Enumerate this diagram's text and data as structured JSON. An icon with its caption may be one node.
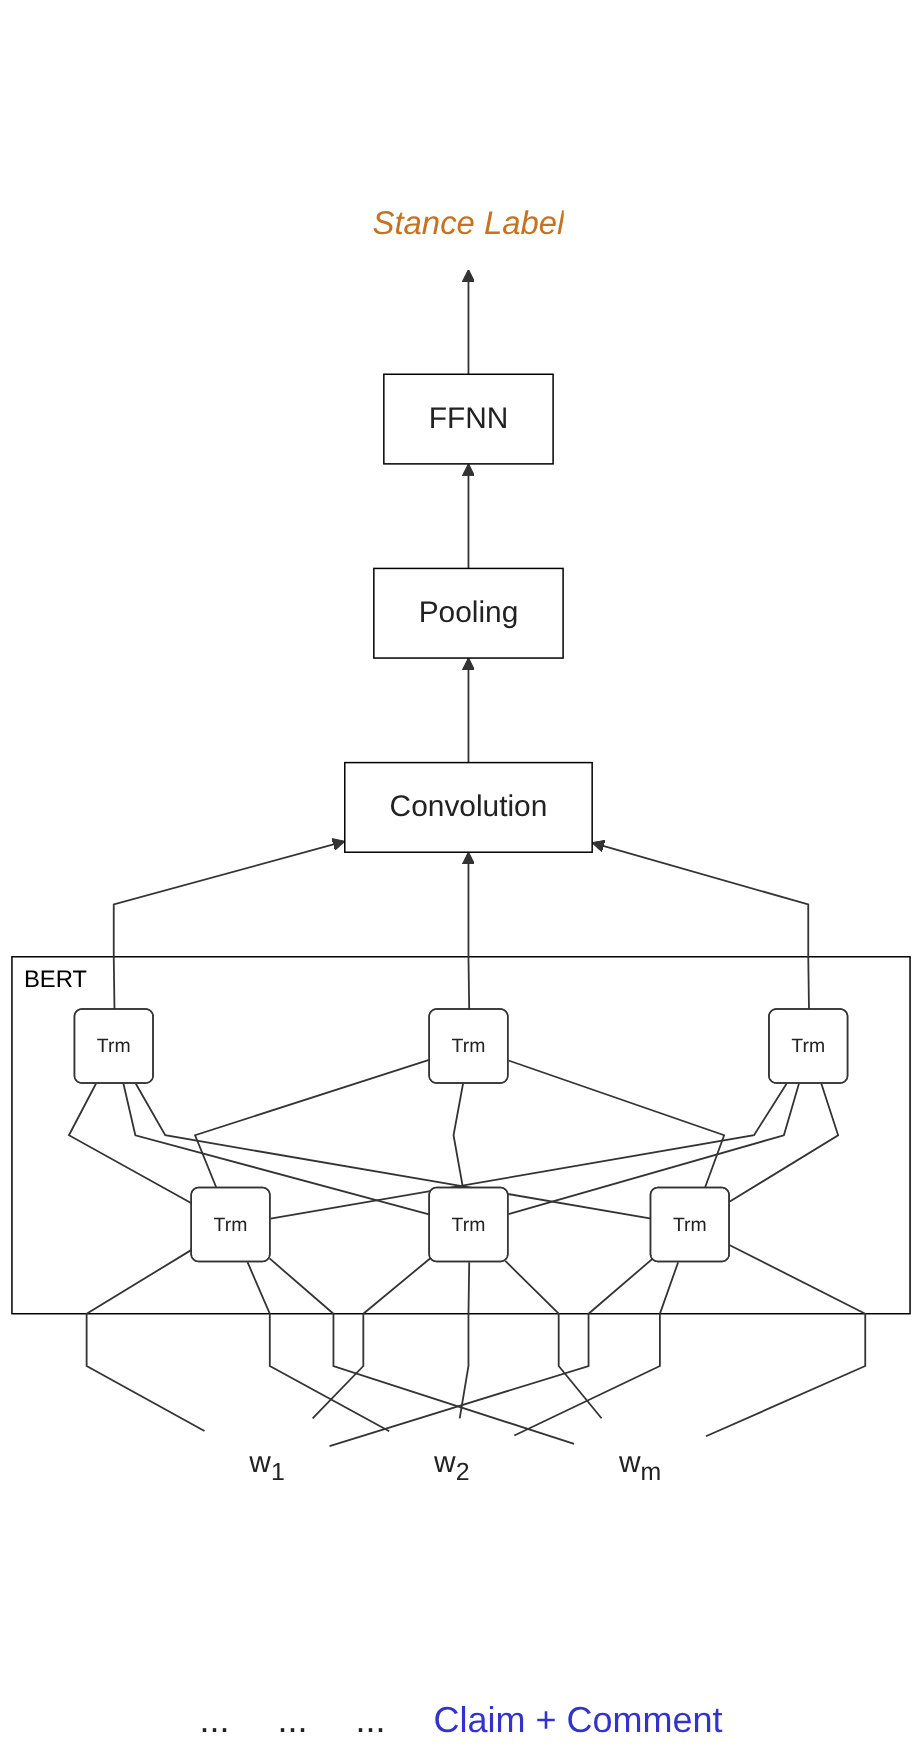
{
  "diagram": {
    "nodes": [
      {
        "text": [
          "Stance Label"
        ]
      },
      {
        "text": [
          "FFNN"
        ]
      },
      {
        "text": [
          "Pooling"
        ]
      },
      {
        "text": [
          "Convolution"
        ]
      },
      {
        "text": [
          "BERT"
        ]
      },
      {
        "text": [
          "Trm"
        ],
        "in": 4
      },
      {
        "text": [
          "Trm"
        ],
        "in": 4
      },
      {
        "text": [
          "Trm"
        ],
        "in": 4
      },
      {
        "text": [
          "Trm"
        ],
        "in": 4
      },
      {
        "text": [
          "Trm"
        ],
        "in": 4
      },
      {
        "text": [
          "Trm"
        ],
        "in": 4
      },
      {
        "text": [
          "w$_{1}$"
        ]
      },
      {
        "text": [
          "w$_{2}$"
        ]
      },
      {
        "text": [
          "w$_{m}$"
        ]
      }
    ],
    "edges": [
      {
        "from": 1,
        "to": 0,
        "arrow": "to"
      },
      {
        "from": 2,
        "to": 1,
        "arrow": "to"
      },
      {
        "from": 3,
        "to": 2,
        "arrow": "to"
      },
      {
        "from": 5,
        "to": 3,
        "arrow": "to"
      },
      {
        "from": 6,
        "to": 3,
        "arrow": "to"
      },
      {
        "from": 7,
        "to": 3,
        "arrow": "to"
      },
      {
        "from": 8,
        "to": 5,
        "arrow": "none"
      },
      {
        "from": 8,
        "to": 6,
        "arrow": "none"
      },
      {
        "from": 8,
        "to": 7,
        "arrow": "none"
      },
      {
        "from": 9,
        "to": 5,
        "arrow": "none"
      },
      {
        "from": 9,
        "to": 6,
        "arrow": "none"
      },
      {
        "from": 9,
        "to": 7,
        "arrow": "none"
      },
      {
        "from": 10,
        "to": 5,
        "arrow": "none"
      },
      {
        "from": 10,
        "to": 6,
        "arrow": "none"
      },
      {
        "from": 10,
        "to": 7,
        "arrow": "none"
      },
      {
        "from": 11,
        "to": 8,
        "arrow": "none"
      },
      {
        "from": 11,
        "to": 9,
        "arrow": "none"
      },
      {
        "from": 11,
        "to": 10,
        "arrow": "none"
      },
      {
        "from": 12,
        "to": 8,
        "arrow": "none"
      },
      {
        "from": 12,
        "to": 9,
        "arrow": "none"
      },
      {
        "from": 12,
        "to": 10,
        "arrow": "none"
      },
      {
        "from": 13,
        "to": 8,
        "arrow": "none"
      },
      {
        "from": 13,
        "to": 9,
        "arrow": "none"
      },
      {
        "from": 13,
        "to": 10,
        "arrow": "none"
      }
    ],
    "labels": [
      "...",
      "...",
      "...",
      "Claim + Comment"
    ]
  }
}
